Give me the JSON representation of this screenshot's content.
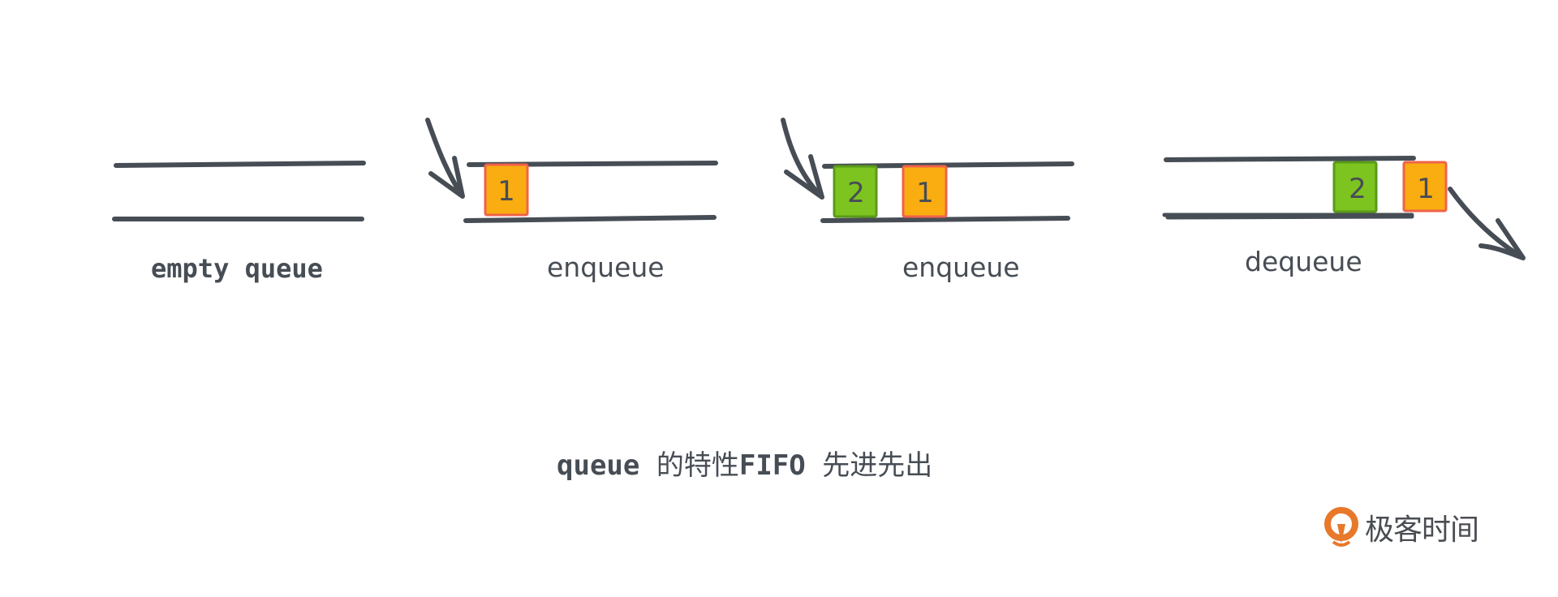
{
  "panels": [
    {
      "label": "empty queue",
      "items": []
    },
    {
      "label": "enqueue",
      "items": [
        "1"
      ]
    },
    {
      "label": "enqueue",
      "items": [
        "2",
        "1"
      ]
    },
    {
      "label": "dequeue",
      "items": [
        "2",
        "1"
      ]
    }
  ],
  "caption": {
    "word": "queue",
    "middle": "的特性",
    "acronym": "FIFO",
    "tail": "先进先出"
  },
  "logo": {
    "text": "极客时间"
  },
  "colors": {
    "line": "#474d55",
    "item_1_fill": "#f9ad10",
    "item_1_border": "#f0624a",
    "item_2_fill": "#7dc420",
    "item_2_border": "#5a9a1a",
    "logo_orange": "#e8782a"
  }
}
